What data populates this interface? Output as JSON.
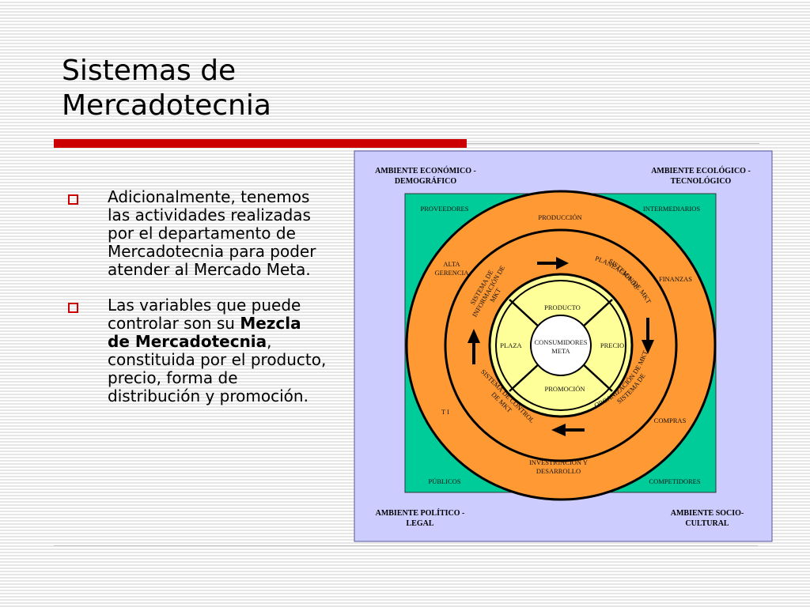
{
  "slide": {
    "title_line1": "Sistemas de",
    "title_line2": "Mercadotecnia"
  },
  "bullets": [
    {
      "text": "Adicionalmente, tenemos las actividades realizadas por el departamento de Mercadotecnia para poder atender al Mercado Meta."
    },
    {
      "text_before": "Las variables que puede controlar son su ",
      "text_bold": "Mezcla de Mercadotecnia",
      "text_after": ", constituida por el producto, precio, forma de distribución y promoción."
    }
  ],
  "diagram": {
    "corners": {
      "top_left": [
        "AMBIENTE ECONÓMICO -",
        "DEMOGRÁFICO"
      ],
      "top_right": [
        "AMBIENTE ECOLÓGICO -",
        "TECNOLÓGICO"
      ],
      "bottom_left": [
        "AMBIENTE POLÍTICO -",
        "LEGAL"
      ],
      "bottom_right": [
        "AMBIENTE SOCIO-",
        "CULTURAL"
      ]
    },
    "square_labels": {
      "top_left": "PROVEEDORES",
      "top_right": "INTERMEDIARIOS",
      "bottom_left": "PÚBLICOS",
      "bottom_right": "COMPETIDORES"
    },
    "outer_ring": {
      "top": "PRODUCCIÓN",
      "left_upper": [
        "ALTA",
        "GERENCIA"
      ],
      "right_upper": "FINANZAS",
      "left_lower": "T I",
      "right_lower": "COMPRAS",
      "bottom": [
        "INVESTIGACIÓN Y",
        "DESARROLLO"
      ]
    },
    "middle_ring": {
      "upper_left": [
        "SISTEMA DE",
        "INFORMACIÓN DE",
        "MKT"
      ],
      "upper_right": [
        "SISTEMA DE",
        "PLANEACION DE MKT"
      ],
      "lower_left": [
        "SISTEMA DE CONTROL",
        "DE MKT"
      ],
      "lower_right": [
        "SISTEMA DE",
        "ORGANIZACIÓN DE MKT"
      ]
    },
    "inner_ring": {
      "top": "PRODUCTO",
      "left": "PLAZA",
      "right": "PRECIO",
      "bottom": "PROMOCIÓN"
    },
    "center": [
      "CONSUMIDORES",
      "META"
    ],
    "colors": {
      "environment": "#ccccff",
      "square": "#00cc99",
      "outer_ring": "#ff9933",
      "inner_ring": "#ffff99",
      "center": "#ffffff",
      "title_rule": "#cc0000"
    }
  }
}
